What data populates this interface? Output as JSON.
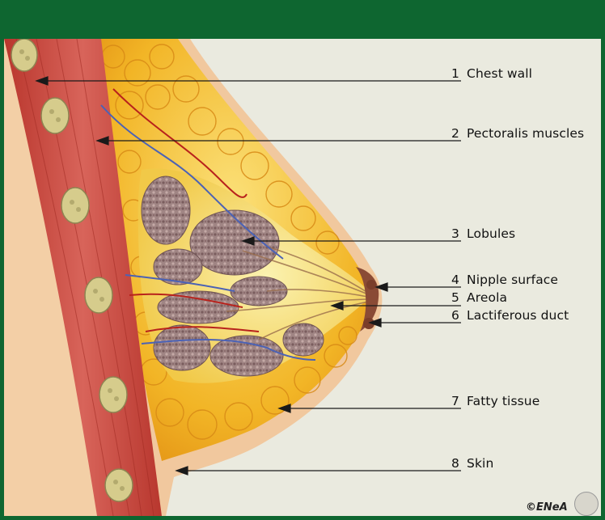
{
  "labels": [
    {
      "number": "1",
      "text": "Chest wall"
    },
    {
      "number": "2",
      "text": "Pectoralis muscles"
    },
    {
      "number": "3",
      "text": "Lobules"
    },
    {
      "number": "4",
      "text": "Nipple surface"
    },
    {
      "number": "5",
      "text": "Areola"
    },
    {
      "number": "6",
      "text": "Lactiferous duct"
    },
    {
      "number": "7",
      "text": "Fatty tissue"
    },
    {
      "number": "8",
      "text": "Skin"
    }
  ],
  "copyright": "©ENeA",
  "colors": {
    "frame": "#0e6630",
    "background": "#eaeadf",
    "skin": "#f3cfa6",
    "muscle": "#c8453a",
    "fat": "#f2b526",
    "lobule": "#9b7a78",
    "vein": "#4b62b5",
    "artery": "#b8221c"
  }
}
